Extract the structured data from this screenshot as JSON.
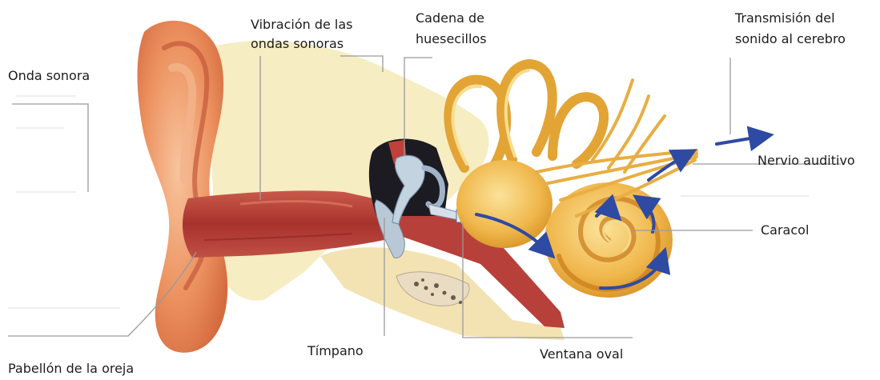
{
  "labels": {
    "onda_sonora": "Onda sonora",
    "vibracion_line1": "Vibración de las",
    "vibracion_line2": "ondas sonoras",
    "cadena_line1": "Cadena de",
    "cadena_line2": "huesecillos",
    "transmision_line1": "Transmisión del",
    "transmision_line2": "sonido al cerebro",
    "nervio": "Nervio auditivo",
    "caracol": "Caracol",
    "timpano": "Tímpano",
    "ventana": "Ventana oval",
    "pabellon": "Pabellón de la oreja"
  },
  "colors": {
    "skin": "#e8865a",
    "skin_light": "#f5c7a0",
    "canal": "#c0413a",
    "tissue": "#f6edc2",
    "bone": "#e9a937",
    "flow_arrow": "#2e4aa3"
  }
}
